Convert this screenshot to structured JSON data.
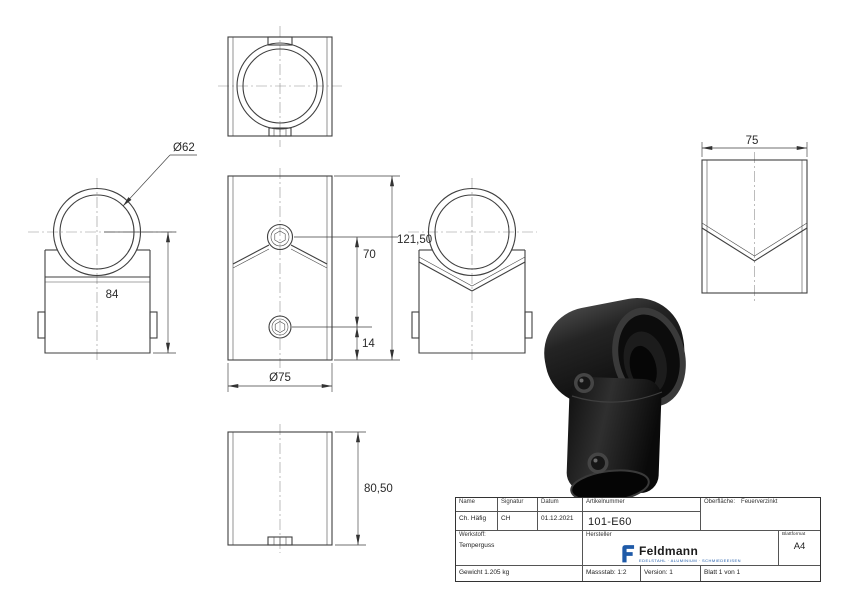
{
  "drawing": {
    "dims": {
      "dia62": "Ø62",
      "d84": "84",
      "d70": "70",
      "d14": "14",
      "d121_50": "121,50",
      "dia75": "Ø75",
      "d75": "75",
      "d80_50": "80,50"
    }
  },
  "title_block": {
    "name_label": "Name",
    "signatur_label": "Signatur",
    "datum_label": "Datum",
    "name_value": "Ch. Häfig",
    "signatur_value": "CH",
    "datum_value": "01.12.2021",
    "artikelnummer_label": "Artikelnummer",
    "artikelnummer_value": "101-E60",
    "oberflaeche_label": "Oberfläche:",
    "oberflaeche_value": "Feuerverzinkt",
    "werkstoff_label": "Werkstoff:",
    "werkstoff_value": "Temperguss",
    "hersteller_label": "Hersteller",
    "blattformat_label": "Blattformat",
    "blattformat_value": "A4",
    "gewicht_value": "Gewicht 1.205 kg",
    "massstab_value": "Massstab: 1:2",
    "version_value": "Version: 1",
    "blatt_value": "Blatt 1 von 1",
    "logo": {
      "brand": "Feldmann",
      "tagline": "EDELSTAHL · ALUMINIUM · SCHMIEDEEISEN",
      "accent_color": "#1e5aa8"
    }
  }
}
